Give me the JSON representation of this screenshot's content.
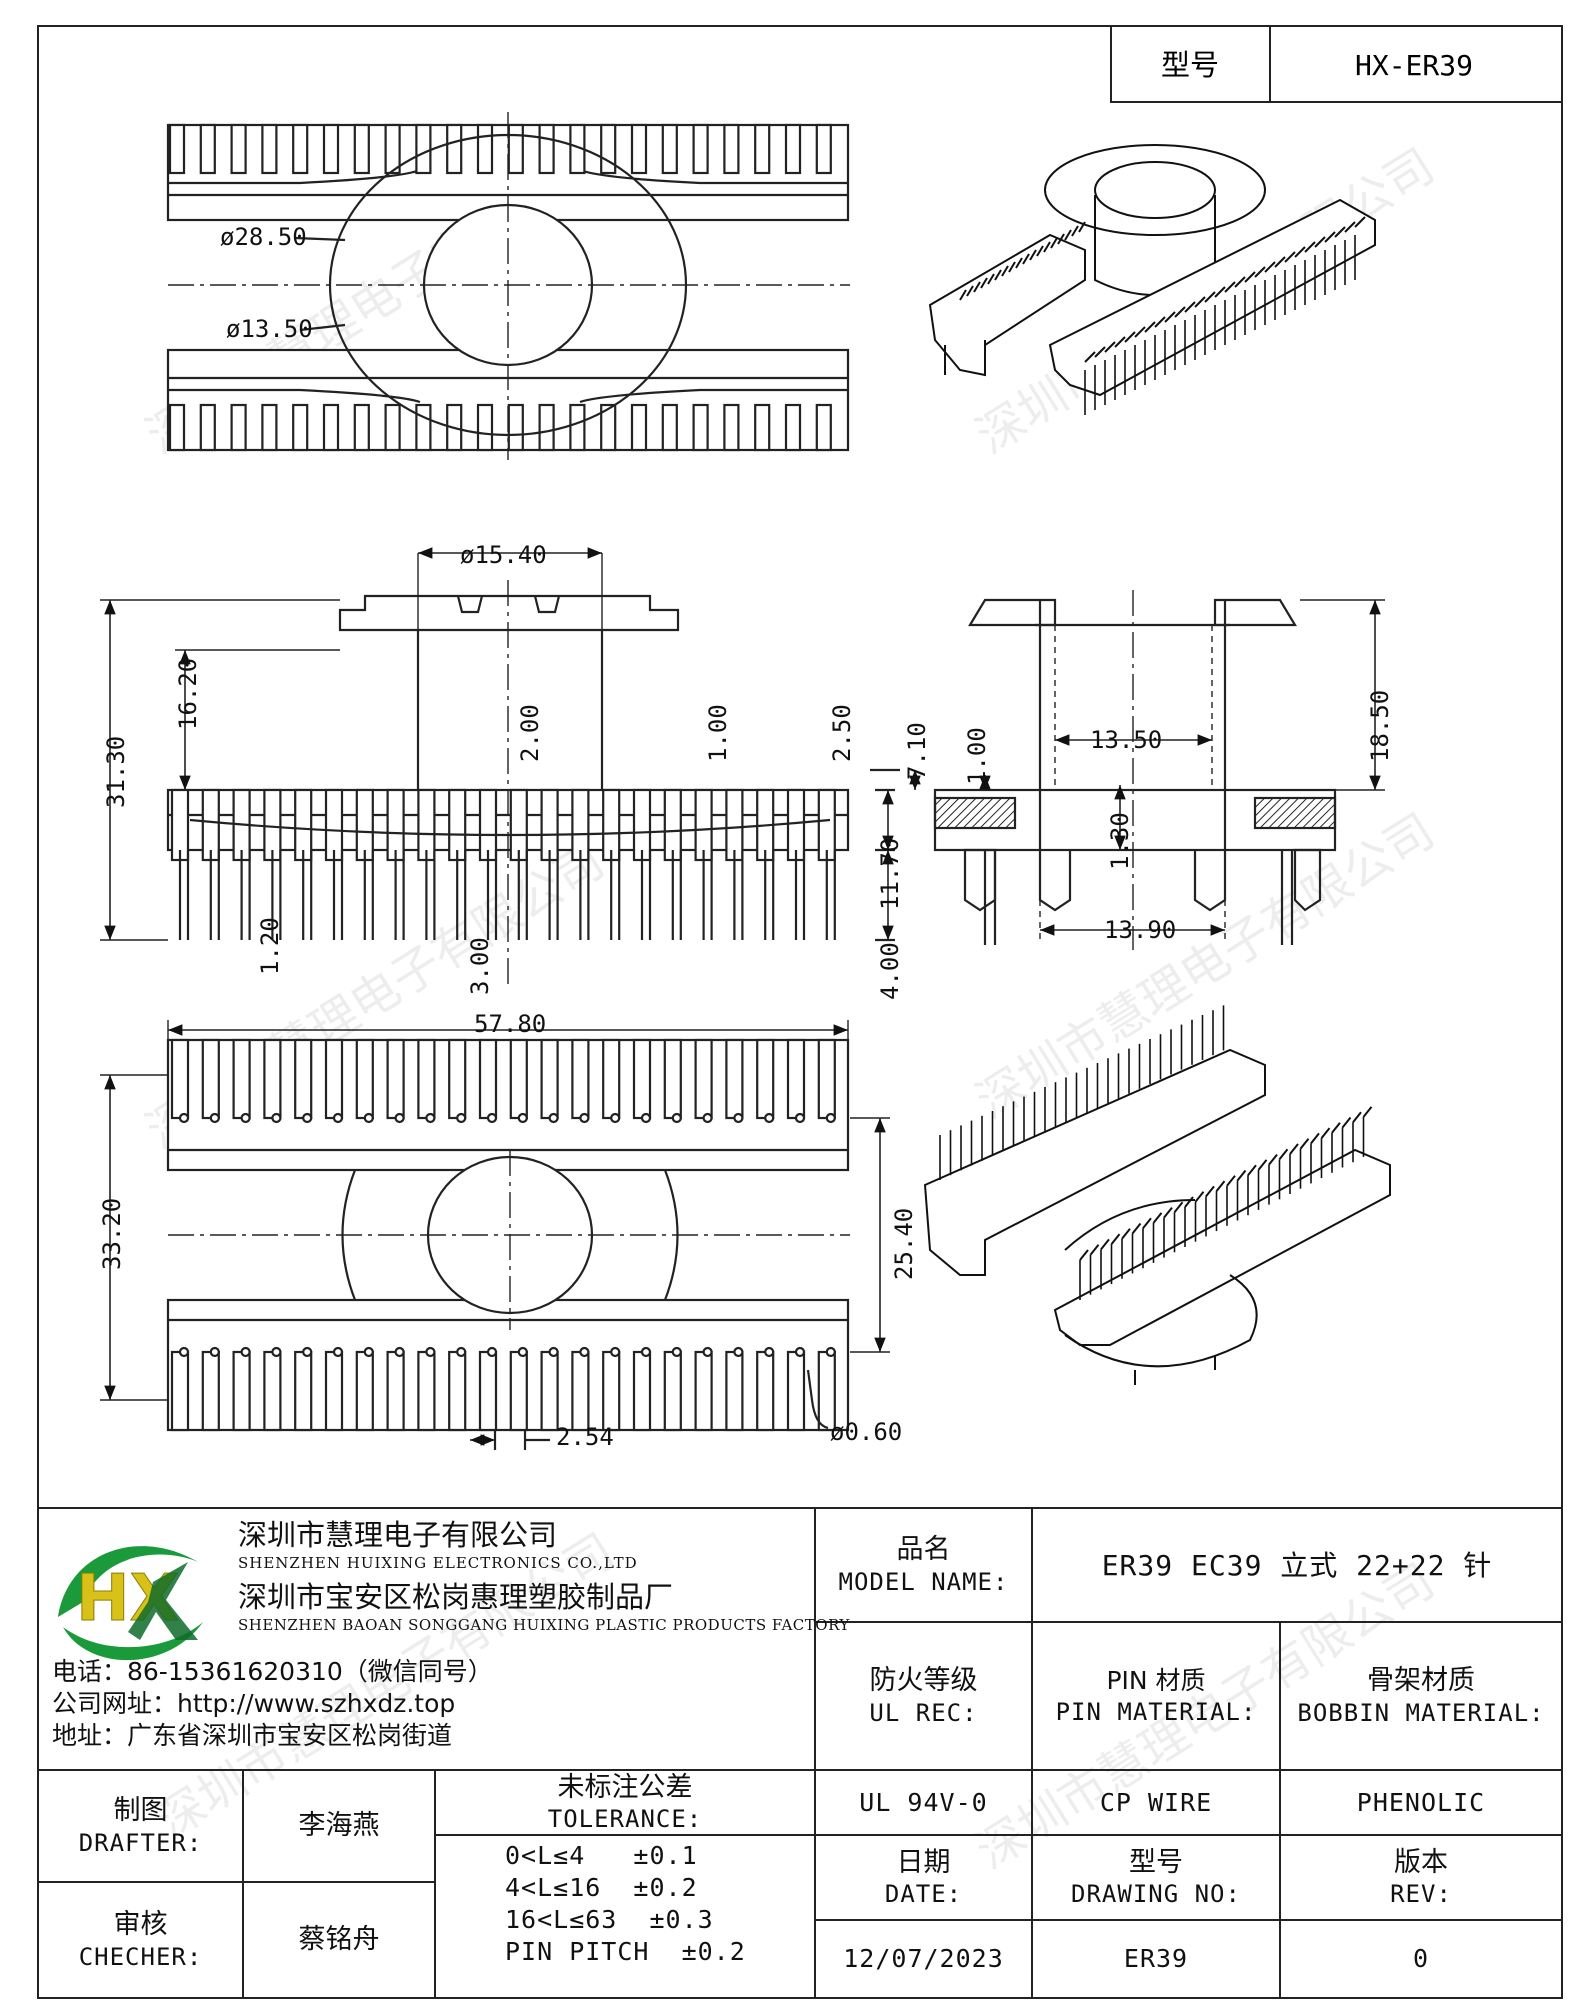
{
  "header": {
    "model_label": "型号",
    "model_value": "HX-ER39"
  },
  "drawing": {
    "top_view": {
      "dims": [
        "ø28.50",
        "ø13.50"
      ]
    },
    "front_view": {
      "dims": [
        "ø15.40",
        "31.30",
        "16.20",
        "2.00",
        "1.00",
        "2.50",
        "7.10",
        "11.70",
        "4.00",
        "1.20",
        "3.00"
      ]
    },
    "side_view": {
      "dims": [
        "1.00",
        "13.50",
        "18.50",
        "1.30",
        "13.90"
      ]
    },
    "bottom_view": {
      "dims": [
        "57.80",
        "33.20",
        "25.40",
        "2.54",
        "ø0.60"
      ]
    }
  },
  "watermark": "深圳市慧理电子有限公司",
  "company": {
    "name_cn": "深圳市慧理电子有限公司",
    "name_en": "SHENZHEN HUIXING ELECTRONICS CO.,LTD",
    "factory_cn": "深圳市宝安区松岗惠理塑胶制品厂",
    "factory_en": "SHENZHEN BAOAN SONGGANG HUIXING PLASTIC PRODUCTS FACTORY",
    "phone": "电话：86-15361620310（微信同号）",
    "website": "公司网址：http://www.szhxdz.top",
    "address": "地址：广东省深圳市宝安区松岗街道",
    "logo_text": "HX",
    "logo_colors": {
      "green": "#1a9a3a",
      "yellow": "#d8c21a",
      "dark_green": "#0f6b2a"
    }
  },
  "title_block": {
    "model_name_cn": "品名",
    "model_name_en": "MODEL NAME:",
    "model_name_value": "ER39 EC39 立式 22+22 针",
    "ul_cn": "防火等级",
    "ul_en": "UL REC:",
    "pin_cn": "PIN 材质",
    "pin_en": "PIN MATERIAL:",
    "bobbin_cn": "骨架材质",
    "bobbin_en": "BOBBIN MATERIAL:",
    "ul_value": "UL 94V-0",
    "pin_value": "CP WIRE",
    "bobbin_value": "PHENOLIC",
    "drafter_cn": "制图",
    "drafter_en": "DRAFTER:",
    "drafter_name": "李海燕",
    "checker_cn": "审核",
    "checker_en": "CHECHER:",
    "checker_name": "蔡铭舟",
    "tol_cn": "未标注公差",
    "tol_en": "TOLERANCE:",
    "tolerances": [
      "0<L≤4   ±0.1",
      "4<L≤16  ±0.2",
      "16<L≤63  ±0.3",
      "PIN PITCH  ±0.2"
    ],
    "date_cn": "日期",
    "date_en": "DATE:",
    "drawing_no_cn": "型号",
    "drawing_no_en": "DRAWING NO:",
    "rev_cn": "版本",
    "rev_en": "REV:",
    "date_value": "12/07/2023",
    "drawing_no_value": "ER39",
    "rev_value": "0"
  }
}
